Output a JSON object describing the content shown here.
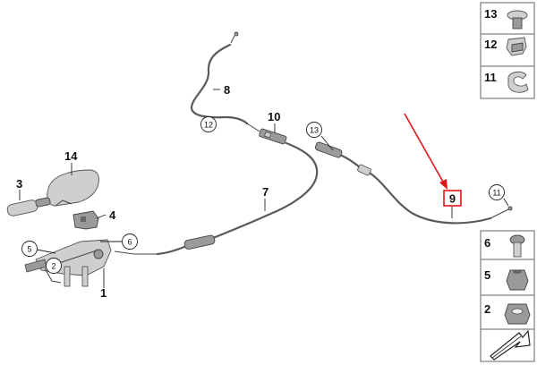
{
  "labels": {
    "l1": "1",
    "l2": "2",
    "l3": "3",
    "l4": "4",
    "l5": "5",
    "l6": "6",
    "l7": "7",
    "l8": "8",
    "l9": "9",
    "l10": "10",
    "l11": "11",
    "l12": "12",
    "l13": "13",
    "l14": "14"
  },
  "side_panel": {
    "top": [
      "13",
      "12",
      "11"
    ],
    "bottom": [
      "6",
      "5",
      "2"
    ]
  },
  "colors": {
    "highlight": "#e3161b",
    "cable": "#5a5a5a",
    "part_fill": "#cfcfcf"
  },
  "icons": [
    "highlight-arrow",
    "direction-arrow-icon"
  ]
}
